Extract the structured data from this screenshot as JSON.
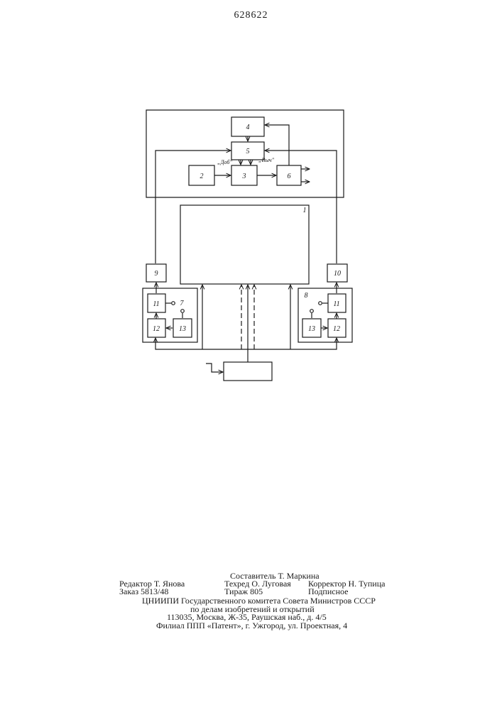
{
  "header": {
    "page_number": "628622"
  },
  "diagram": {
    "blocks": {
      "b1": "1",
      "b2": "2",
      "b3": "3",
      "b4": "4",
      "b5": "5",
      "b6": "6",
      "b9": "9",
      "b10": "10",
      "b11_left": "11",
      "b12_left": "12",
      "b13_left": "13",
      "b11_right": "11",
      "b12_right": "12",
      "b13_right": "13",
      "group_left": "7",
      "group_right": "8"
    },
    "signals": {
      "add": "„Доб\"",
      "sub": "„Выч\""
    }
  },
  "imprint": {
    "compiler": "Составитель Т. Маркина",
    "editor": "Редактор Т. Янова",
    "tech_editor": "Техред О. Луговая",
    "corrector": "Корректор Н. Тупица",
    "order": "Заказ 5813/48",
    "circulation": "Тираж 805",
    "subscription": "Подписное",
    "institute": "ЦНИИПИ Государственного комитета Совета Министров СССР",
    "institute_sub": "по делам изобретений и открытий",
    "address": "113035, Москва, Ж-35, Раушская наб., д. 4/5",
    "branch": "Филиал ППП «Патент», г. Ужгород, ул. Проектная, 4"
  }
}
